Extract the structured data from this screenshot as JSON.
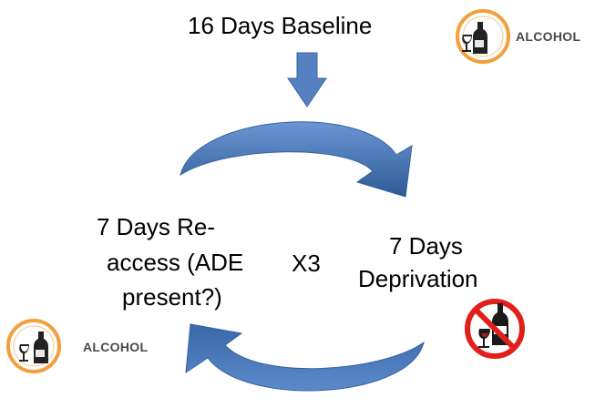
{
  "title": "16 Days Baseline",
  "left_label": {
    "line1": "7 Days Re-",
    "line2": "access  (ADE",
    "line3": "present?)"
  },
  "center_label": "X3",
  "right_label": {
    "line1": "7 Days",
    "line2": "Deprivation"
  },
  "badge_text": "ALCOHOL",
  "colors": {
    "arrow": "#4a7bbf",
    "arrow_dark": "#2f5a96",
    "badge_ring": "#f2a03d",
    "no_sign": "#e0201b"
  }
}
